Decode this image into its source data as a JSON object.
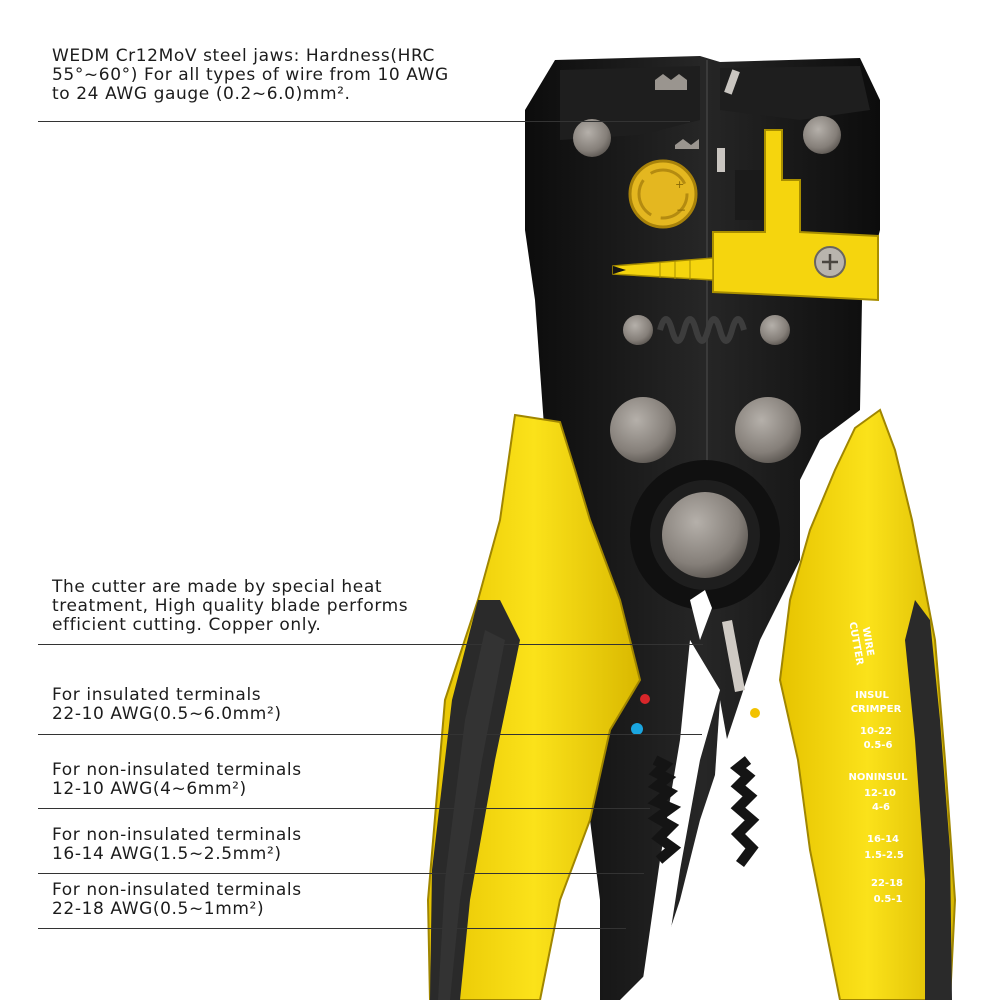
{
  "callouts": {
    "jaws": "WEDM Cr12MoV steel jaws: Hardness(HRC\n55°~60°) For all types of wire from 10 AWG\nto 24 AWG gauge (0.2~6.0)mm².",
    "cutter": "The cutter are made by special heat\ntreatment, High quality blade performs\nefficient cutting. Copper only.",
    "insulated": "For insulated terminals\n22-10 AWG(0.5~6.0mm²)",
    "non_insulated_12_10": "For non-insulated terminals\n12-10 AWG(4~6mm²)",
    "non_insulated_16_14": "For non-insulated terminals\n16-14 AWG(1.5~2.5mm²)",
    "non_insulated_22_18": "For non-insulated terminals\n22-18 AWG(0.5~1mm²)"
  },
  "handle_markings": {
    "wire_cutter_1": "WIRE",
    "wire_cutter_2": "CUTTER",
    "insul_crimper_1": "INSUL",
    "insul_crimper_2": "CRIMPER",
    "insul_range_1": "10-22",
    "insul_range_2": "0.5-6",
    "noninsul_label": "NONINSUL",
    "noninsul_range_1": "12-10",
    "noninsul_range_2": "4-6",
    "range_16_14_1": "16-14",
    "range_16_14_2": "1.5-2.5",
    "range_22_18_1": "22-18",
    "range_22_18_2": "0.5-1"
  },
  "colors": {
    "handle_yellow": "#f2d40c",
    "grip_black": "#2a2a2a",
    "steel_black": "#141414",
    "rivet_gray": "#8e8984",
    "red_dot": "#d8262a",
    "blue_dot": "#1aa6e0"
  }
}
